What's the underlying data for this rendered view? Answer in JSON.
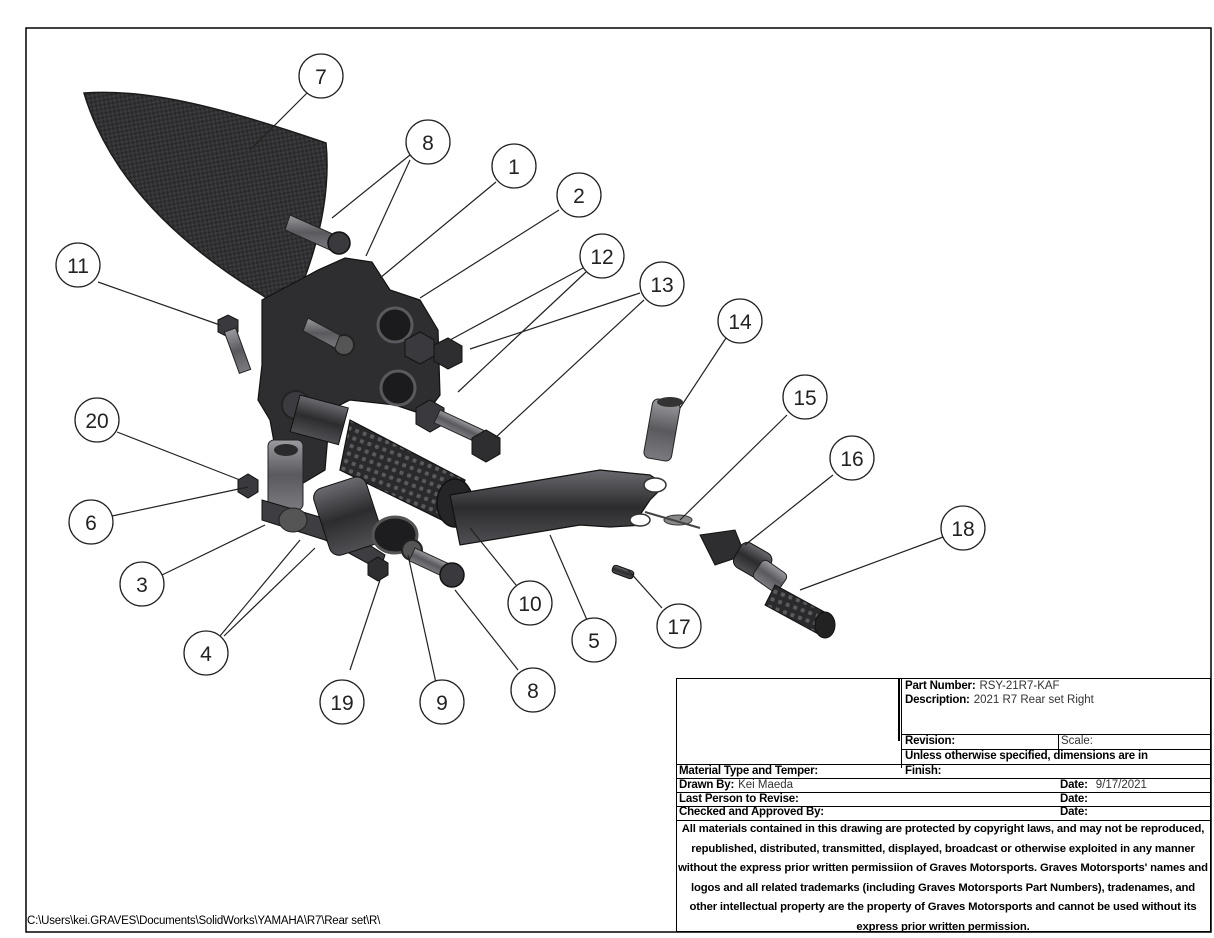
{
  "balloons": [
    {
      "id": "b7",
      "num": "7"
    },
    {
      "id": "b8a",
      "num": "8"
    },
    {
      "id": "b1",
      "num": "1"
    },
    {
      "id": "b2",
      "num": "2"
    },
    {
      "id": "b12",
      "num": "12"
    },
    {
      "id": "b13",
      "num": "13"
    },
    {
      "id": "b11",
      "num": "11"
    },
    {
      "id": "b14",
      "num": "14"
    },
    {
      "id": "b15",
      "num": "15"
    },
    {
      "id": "b20",
      "num": "20"
    },
    {
      "id": "b16",
      "num": "16"
    },
    {
      "id": "b18",
      "num": "18"
    },
    {
      "id": "b6",
      "num": "6"
    },
    {
      "id": "b3",
      "num": "3"
    },
    {
      "id": "b10",
      "num": "10"
    },
    {
      "id": "b17",
      "num": "17"
    },
    {
      "id": "b5",
      "num": "5"
    },
    {
      "id": "b4",
      "num": "4"
    },
    {
      "id": "b8b",
      "num": "8"
    },
    {
      "id": "b19",
      "num": "19"
    },
    {
      "id": "b9",
      "num": "9"
    }
  ],
  "title_block": {
    "part_number_label": "Part Number:",
    "part_number": "RSY-21R7-KAF",
    "description_label": "Description:",
    "description": "2021 R7 Rear set Right",
    "revision_label": "Revision:",
    "scale_label": "Scale:",
    "dimensions_note": "Unless otherwise specified, dimensions are in",
    "material_label": "Material Type and Temper:",
    "finish_label": "Finish:",
    "drawn_by_label": "Drawn By:",
    "drawn_by": "Kei Maeda",
    "date_label": "Date:",
    "drawn_date": "9/17/2021",
    "last_revise_label": "Last Person to Revise:",
    "revise_date_label": "Date:",
    "checked_label": "Checked and Approved By:",
    "checked_date_label": "Date:",
    "notice": "All materials contained in this drawing are protected by copyright laws, and may not be reproduced, republished, distributed, transmitted, displayed, broadcast or otherwise exploited in any manner without the express prior written permissiion of Graves Motorsports. Graves Motorsports' names and logos and all related trademarks (including Graves Motorsports Part Numbers), tradenames, and other intellectual property are the property of Graves Motorsports and cannot be used without its express prior written permission."
  },
  "file_path": "C:\\Users\\kei.GRAVES\\Documents\\SolidWorks\\YAMAHA\\R7\\Rear set\\R\\",
  "colors": {
    "part_dark": "#2b2b2d",
    "part_mid": "#4a4a4e",
    "part_light": "#8a8a90",
    "carbon": "#333335"
  }
}
